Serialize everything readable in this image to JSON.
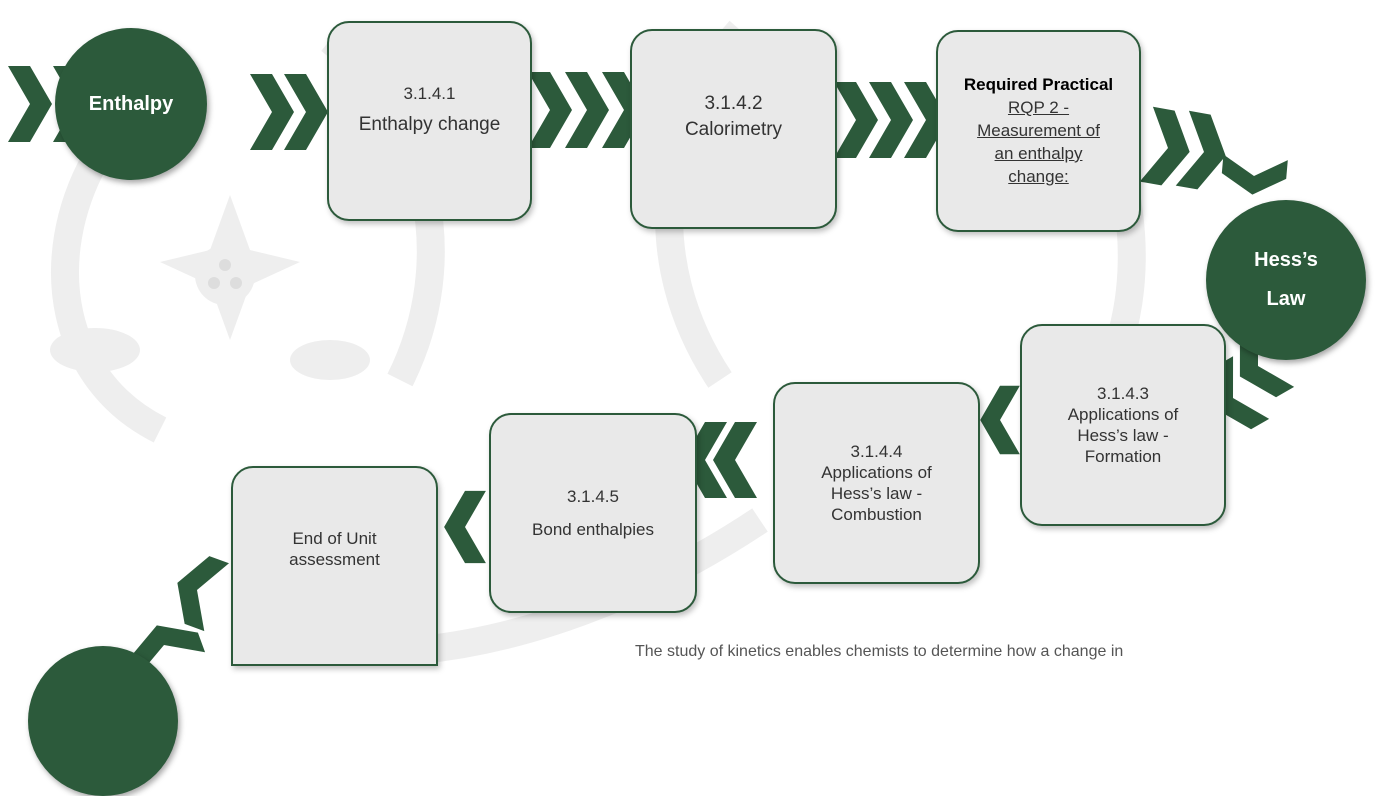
{
  "hubs": {
    "enthalpy": "Enthalpy",
    "hess_line1": "Hess’s",
    "hess_line2": "Law"
  },
  "boxes": {
    "b1": {
      "code": "3.1.4.1",
      "title": "Enthalpy change"
    },
    "b2": {
      "code": "3.1.4.2",
      "title": "Calorimetry"
    },
    "rp": {
      "heading": "Required Practical",
      "lines": [
        "RQP 2 -",
        "Measurement of",
        "an enthalpy",
        "change:"
      ]
    },
    "b3": {
      "code": "3.1.4.3",
      "lines": [
        "Applications of",
        "Hess’s law  -",
        "Formation"
      ]
    },
    "b4": {
      "code": "3.1.4.4",
      "lines": [
        "Applications of",
        "Hess’s law  -",
        "Combustion"
      ]
    },
    "b5": {
      "code": "3.1.4.5",
      "title": "Bond enthalpies"
    },
    "end": {
      "lines": [
        "End of Unit",
        "assessment"
      ]
    }
  },
  "footnote": "The study of kinetics enables chemists to determine how a change in",
  "colors": {
    "accent": "#2c5a3b",
    "box_fill": "#e9e9e9",
    "watermark": "#ebebeb"
  },
  "icons": {
    "watermark": "school-crest-watermark",
    "arrow": "chevron-arrow"
  }
}
